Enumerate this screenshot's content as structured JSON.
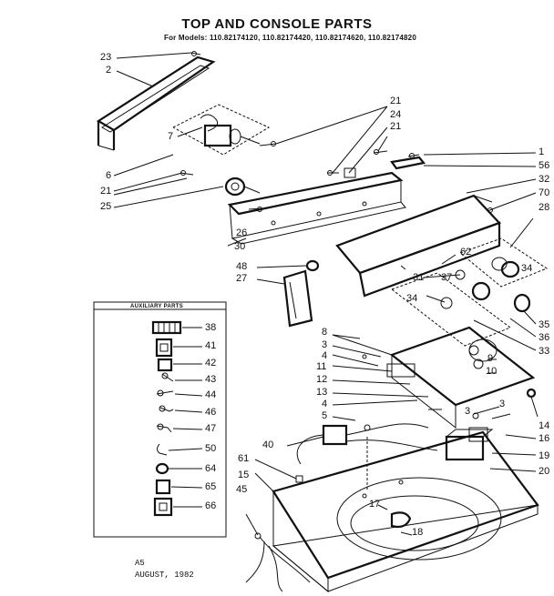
{
  "title": "TOP AND CONSOLE PARTS",
  "models": "For Models: 110.82174120, 110.82174420, 110.82174620, 110.82174820",
  "aux_parts_title": "AUXILIARY PARTS",
  "footer": {
    "code": "A5",
    "date": "AUGUST, 1982"
  },
  "labels": {
    "n23": "23",
    "n2": "2",
    "n7": "7",
    "n6": "6",
    "n21a": "21",
    "n25": "25",
    "n21b": "21",
    "n24": "24",
    "n21c": "21",
    "n1": "1",
    "n56": "56",
    "n32": "32",
    "n70": "70",
    "n28": "28",
    "n26": "26",
    "n30": "30",
    "n48": "48",
    "n27": "27",
    "n62": "62",
    "n34a": "34",
    "n31": "31",
    "n37": "37",
    "n34b": "34",
    "n35": "35",
    "n36": "36",
    "n33": "33",
    "n8": "8",
    "n3a": "3",
    "n9": "9",
    "n10": "10",
    "n4a": "4",
    "n11": "11",
    "n12": "12",
    "n13": "13",
    "n4b": "4",
    "n5": "5",
    "n3b": "3",
    "n3c": "3",
    "n14": "14",
    "n16": "16",
    "n19": "19",
    "n20": "20",
    "n40": "40",
    "n61": "61",
    "n15": "15",
    "n45": "45",
    "n17": "17",
    "n18": "18",
    "n38": "38",
    "n41": "41",
    "n42": "42",
    "n43": "43",
    "n44": "44",
    "n46": "46",
    "n47": "47",
    "n50": "50",
    "n64": "64",
    "n65": "65",
    "n66": "66"
  }
}
